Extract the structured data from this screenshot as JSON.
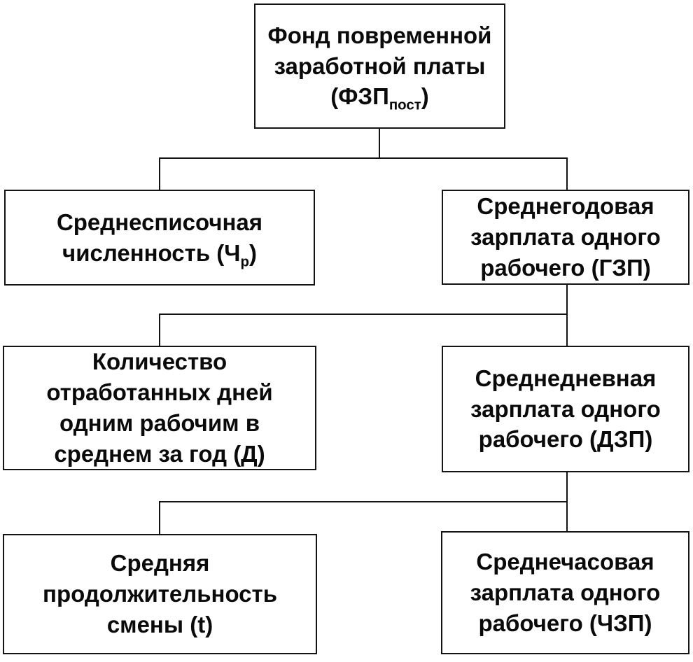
{
  "diagram": {
    "colors": {
      "background": "#ffffff",
      "box_fill": "#ffffff",
      "box_border": "#141414",
      "text": "#0a0a0a",
      "connector": "#141414"
    },
    "boxes": {
      "fzp": {
        "line1": "Фонд повременной",
        "line2": "заработной платы",
        "line3_pre": "(ФЗП",
        "line3_sub": "пост",
        "line3_post": ")"
      },
      "chr": {
        "line1": "Среднесписочная",
        "line2_pre": "численность (Ч",
        "line2_sub": "р",
        "line2_post": ")"
      },
      "gzp": {
        "lines": [
          "Среднегодовая",
          "зарплата одного",
          "рабочего (ГЗП)"
        ]
      },
      "d": {
        "lines": [
          "Количество",
          "отработанных дней",
          "одним рабочим в",
          "среднем за год (Д)"
        ]
      },
      "dzp": {
        "lines": [
          "Среднедневная",
          "зарплата одного",
          "рабочего (ДЗП)"
        ]
      },
      "t": {
        "lines": [
          "Средняя",
          "продолжительность",
          "смены (t)"
        ]
      },
      "chzp": {
        "lines": [
          "Среднечасовая",
          "зарплата одного",
          "рабочего (ЧЗП)"
        ]
      }
    },
    "edges": [
      {
        "from": "ФЗПпост",
        "to": [
          "Чр",
          "ГЗП"
        ]
      },
      {
        "from": "ГЗП",
        "to": [
          "Д",
          "ДЗП"
        ]
      },
      {
        "from": "ДЗП",
        "to": [
          "t",
          "ЧЗП"
        ]
      }
    ]
  }
}
